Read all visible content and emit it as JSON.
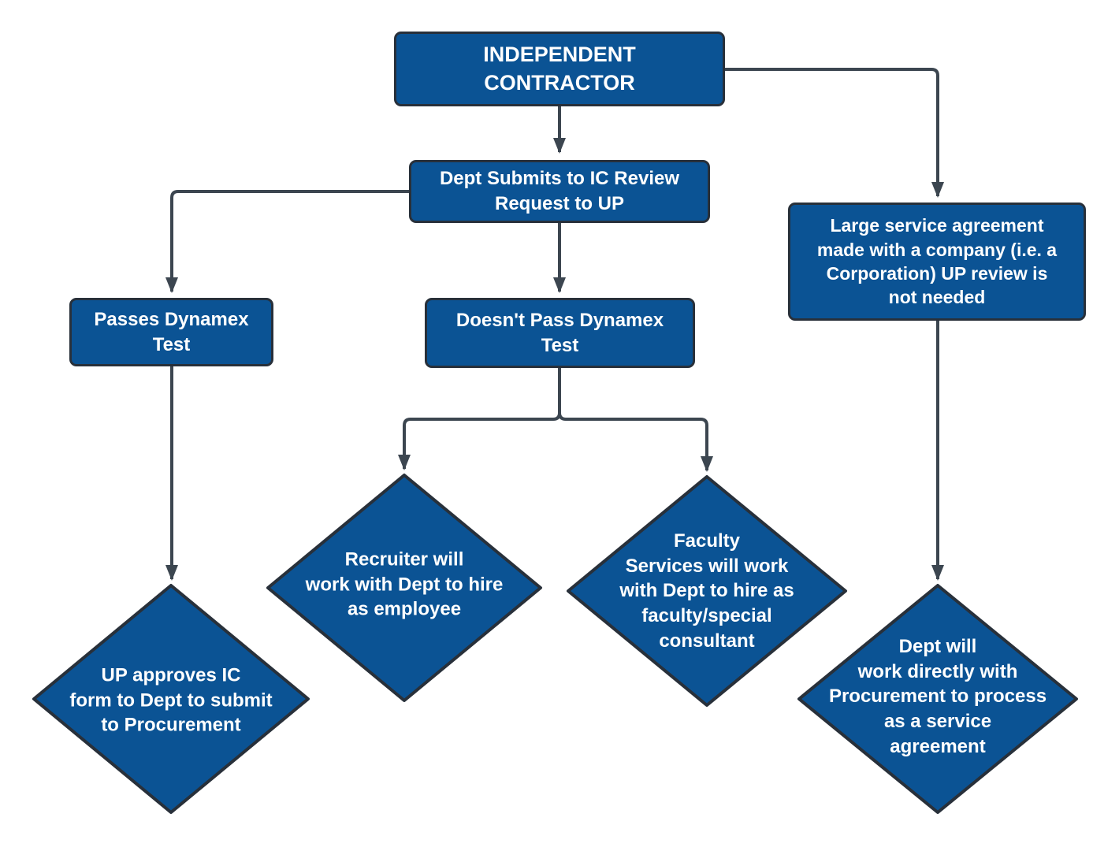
{
  "diagram": {
    "title": "Independent Contractor process flowchart",
    "colors": {
      "node_fill": "#0B5394",
      "node_border": "#28303A",
      "connector": "#3C4650",
      "label_text": "#FFFFFF",
      "background": "#FFFFFF"
    },
    "nodes": [
      {
        "id": "independent-contractor",
        "shape": "rect",
        "label": "INDEPENDENT\nCONTRACTOR"
      },
      {
        "id": "dept-submits",
        "shape": "rect",
        "label": "Dept Submits to IC Review\nRequest to UP"
      },
      {
        "id": "large-service-agreement",
        "shape": "rect",
        "label": "Large service agreement\nmade with a company (i.e. a\nCorporation) UP review is\nnot needed"
      },
      {
        "id": "passes-dynamex",
        "shape": "rect",
        "label": "Passes Dynamex\nTest"
      },
      {
        "id": "doesnt-pass-dynamex",
        "shape": "rect",
        "label": "Doesn't Pass Dynamex\nTest"
      },
      {
        "id": "up-approves-ic",
        "shape": "diamond",
        "label": "UP approves IC\nform to Dept to submit\nto Procurement"
      },
      {
        "id": "recruiter-hire",
        "shape": "diamond",
        "label": "Recruiter will\nwork with Dept to hire\nas employee"
      },
      {
        "id": "faculty-services",
        "shape": "diamond",
        "label": "Faculty\nServices will work\nwith Dept to hire as\nfaculty/special\nconsultant"
      },
      {
        "id": "dept-procurement",
        "shape": "diamond",
        "label": "Dept will\nwork directly with\nProcurement to process\nas a service\nagreement"
      }
    ],
    "edges": [
      {
        "from": "independent-contractor",
        "to": "dept-submits"
      },
      {
        "from": "independent-contractor",
        "to": "large-service-agreement"
      },
      {
        "from": "dept-submits",
        "to": "passes-dynamex"
      },
      {
        "from": "dept-submits",
        "to": "doesnt-pass-dynamex"
      },
      {
        "from": "doesnt-pass-dynamex",
        "to": "recruiter-hire"
      },
      {
        "from": "doesnt-pass-dynamex",
        "to": "faculty-services"
      },
      {
        "from": "passes-dynamex",
        "to": "up-approves-ic"
      },
      {
        "from": "large-service-agreement",
        "to": "dept-procurement"
      }
    ]
  }
}
